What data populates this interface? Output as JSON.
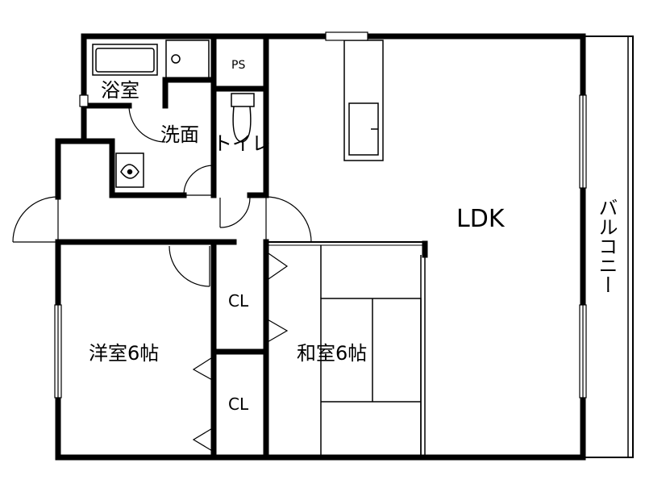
{
  "rooms": {
    "ldk": "LDK",
    "bath": "浴室",
    "washroom": "洗面",
    "toilet": "トイレ",
    "ps": "PS",
    "western_room": "洋室6帖",
    "japanese_room": "和室6帖",
    "closet_upper": "CL",
    "closet_lower": "CL",
    "balcony": "バルコニー"
  },
  "colors": {
    "wall": "#000000",
    "line": "#000000",
    "background": "#ffffff",
    "fixture": "#555555"
  }
}
